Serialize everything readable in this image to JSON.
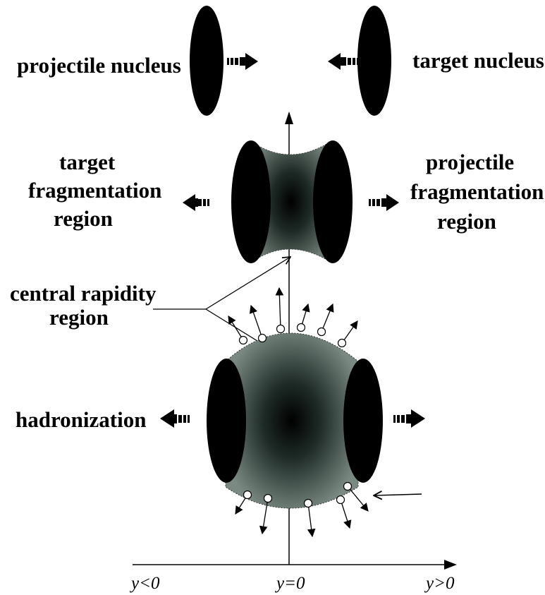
{
  "labels": {
    "projectile_nucleus": "projectile nucleus",
    "target_nucleus": "target nucleus",
    "target_frag_1": "target",
    "target_frag_2": "fragmentation",
    "target_frag_3": "region",
    "projectile_frag_1": "projectile",
    "projectile_frag_2": "fragmentation",
    "projectile_frag_3": "region",
    "central_1": "central rapidity",
    "central_2": "region",
    "hadronization": "hadronization"
  },
  "axis": {
    "y_negative": "y<0",
    "y_zero": "y=0",
    "y_positive": "y>0"
  }
}
